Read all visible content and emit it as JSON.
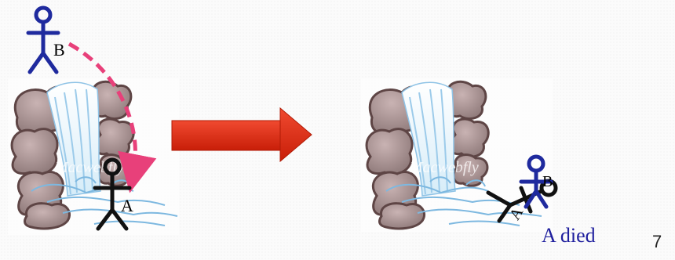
{
  "scene": {
    "before": {
      "falling_person_label": "B",
      "standing_person_label": "A"
    },
    "after": {
      "landed_person_label": "B",
      "knocked_person_label": "A"
    }
  },
  "watermark_text": "Macwebfly",
  "caption": "A died",
  "page_number": "7",
  "colors": {
    "stick_blue": "#1f2a9e",
    "stick_black": "#111111",
    "trajectory_pink": "#e8407a",
    "arrow_red": "#e02a10",
    "caption_blue": "#1f1f9e"
  }
}
